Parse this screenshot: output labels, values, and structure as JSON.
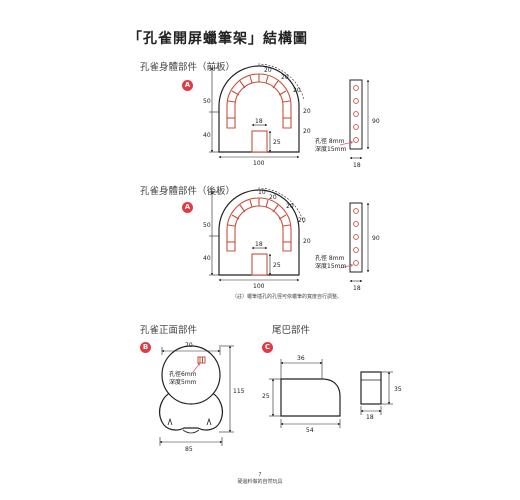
{
  "title": "「孔雀開屏蠟筆架」結構圖",
  "sections": {
    "front_board": "孔雀身體部件（前板）",
    "back_board": "孔雀身體部件（後板）",
    "peacock_front": "孔雀正面部件",
    "tail": "尾巴部件"
  },
  "badges": {
    "a1": "A",
    "a2": "A",
    "b": "B",
    "c": "C"
  },
  "front": {
    "d_arch_segment_1": "20",
    "d_arch_segment_2": "20",
    "d_arch_segment_3": "20",
    "d_arch_segment_4": "20",
    "d_arch_segment_5": "20",
    "d_upper_height": "50",
    "d_lower_height": "40",
    "d_door_width": "18",
    "d_door_height": "25",
    "d_base_width": "100",
    "side_height": "90",
    "side_width": "18",
    "hole_diameter": "孔徑 8mm",
    "hole_depth": "深度15mm"
  },
  "back": {
    "d_arch_segment_1": "10",
    "d_arch_segment_2": "20",
    "d_arch_segment_3": "20",
    "d_arch_segment_4": "20",
    "d_arch_segment_5": "20",
    "d_upper_height": "50",
    "d_lower_height": "40",
    "d_door_width": "18",
    "d_door_height": "25",
    "d_base_width": "100",
    "side_height": "90",
    "side_width": "18",
    "hole_diameter": "孔徑 8mm",
    "hole_depth": "深度15mm"
  },
  "note": "（註）蠟筆插孔的孔徑可依蠟筆的寬度自行調整。",
  "peacock": {
    "d_width": "70",
    "d_height": "115",
    "d_base_width": "85",
    "hole_diameter": "孔徑6mm",
    "hole_depth": "深度5mm"
  },
  "tail_part": {
    "d_top_width": "36",
    "d_height": "25",
    "d_length": "54",
    "d_side_height": "35",
    "d_side_width": "18"
  },
  "footer": {
    "page_number": "7",
    "caption": "硬邊料做的自然玩具"
  },
  "colors": {
    "accent": "#e03b45",
    "brick": "#c8503c",
    "dimension_pink": "#e0559a"
  }
}
